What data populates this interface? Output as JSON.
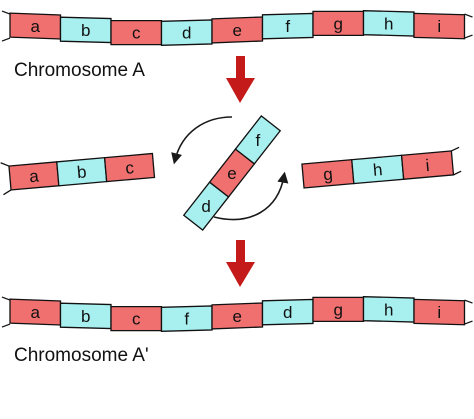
{
  "colors": {
    "red": "#F07070",
    "cyan": "#A8F0F0",
    "outline": "#111111",
    "arrow": "#C41A1A",
    "rotation_arrow": "#1a1a1a"
  },
  "icons": {
    "down_arrow": "down-arrow-icon",
    "rotation_arrow": "curved-rotation-arrow-icon"
  },
  "captions": {
    "original": "Chromosome A",
    "inverted": "Chromosome A'"
  },
  "chromosome_a": [
    {
      "label": "a",
      "color": "red"
    },
    {
      "label": "b",
      "color": "cyan"
    },
    {
      "label": "c",
      "color": "red"
    },
    {
      "label": "d",
      "color": "cyan"
    },
    {
      "label": "e",
      "color": "red"
    },
    {
      "label": "f",
      "color": "cyan"
    },
    {
      "label": "g",
      "color": "red"
    },
    {
      "label": "h",
      "color": "cyan"
    },
    {
      "label": "i",
      "color": "red"
    }
  ],
  "breakage": {
    "left_fragment": [
      {
        "label": "a",
        "color": "red"
      },
      {
        "label": "b",
        "color": "cyan"
      },
      {
        "label": "c",
        "color": "red"
      }
    ],
    "inverted_segment": [
      {
        "label": "d",
        "color": "cyan"
      },
      {
        "label": "e",
        "color": "red"
      },
      {
        "label": "f",
        "color": "cyan"
      }
    ],
    "right_fragment": [
      {
        "label": "g",
        "color": "red"
      },
      {
        "label": "h",
        "color": "cyan"
      },
      {
        "label": "i",
        "color": "red"
      }
    ]
  },
  "chromosome_a_prime": [
    {
      "label": "a",
      "color": "red"
    },
    {
      "label": "b",
      "color": "cyan"
    },
    {
      "label": "c",
      "color": "red"
    },
    {
      "label": "f",
      "color": "cyan"
    },
    {
      "label": "e",
      "color": "red"
    },
    {
      "label": "d",
      "color": "cyan"
    },
    {
      "label": "g",
      "color": "red"
    },
    {
      "label": "h",
      "color": "cyan"
    },
    {
      "label": "i",
      "color": "red"
    }
  ]
}
